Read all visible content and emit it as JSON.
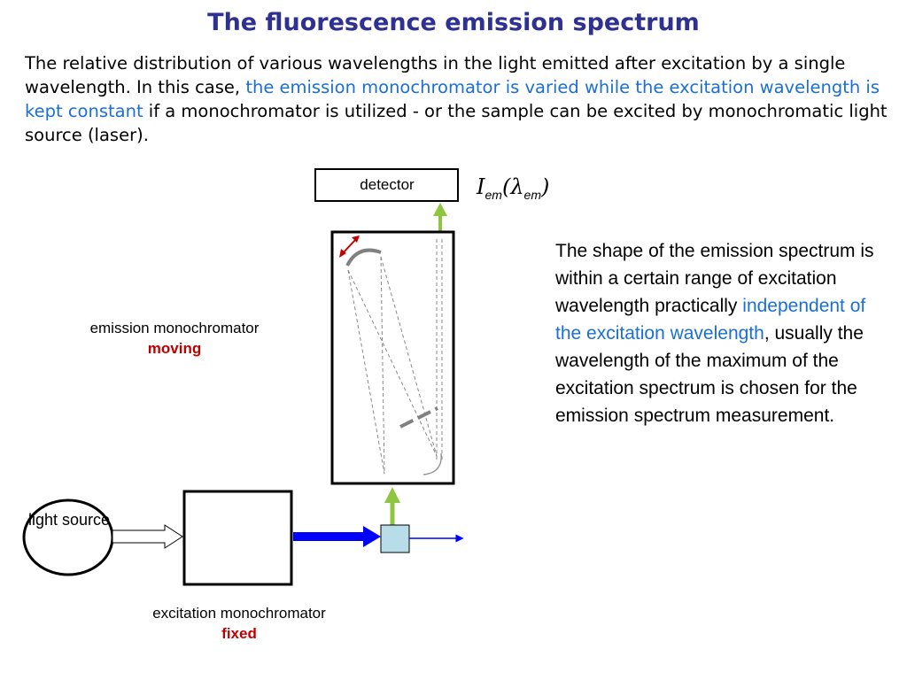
{
  "title": "The fluorescence emission spectrum",
  "intro": {
    "part1": "The relative distribution of various wavelengths in the light emitted after excitation by a single wavelength. In this case, ",
    "highlight": "the emission monochromator is varied while the excitation wavelength is kept constant",
    "part2": " if a monochromator is utilized - or the sample can be excited by monochromatic light source (laser)."
  },
  "side_text": {
    "part1": "The shape of the emission spectrum is within a certain range of excitation wavelength practically ",
    "highlight": "independent of the excitation wavelength",
    "part2": ", usually the wavelength of the maximum of the excitation spectrum is chosen for the emission spectrum measurement."
  },
  "diagram": {
    "detector_label": "detector",
    "formula": {
      "I": "I",
      "sub1": "em",
      "open": "(",
      "lambda": "λ",
      "sub2": "em",
      "close": ")"
    },
    "emission_caption": "emission monochromator",
    "emission_state": "moving",
    "excitation_caption": "excitation monochromator",
    "excitation_state": "fixed",
    "light_source_label": "light source",
    "colors": {
      "title": "#2e3192",
      "highlight": "#1a6fd6",
      "state": "#c00000",
      "green_arrow": "#8ec63f",
      "blue_beam": "#0000ff",
      "sample": "#b7dde8",
      "mirror_arrow": "#c00000"
    }
  }
}
